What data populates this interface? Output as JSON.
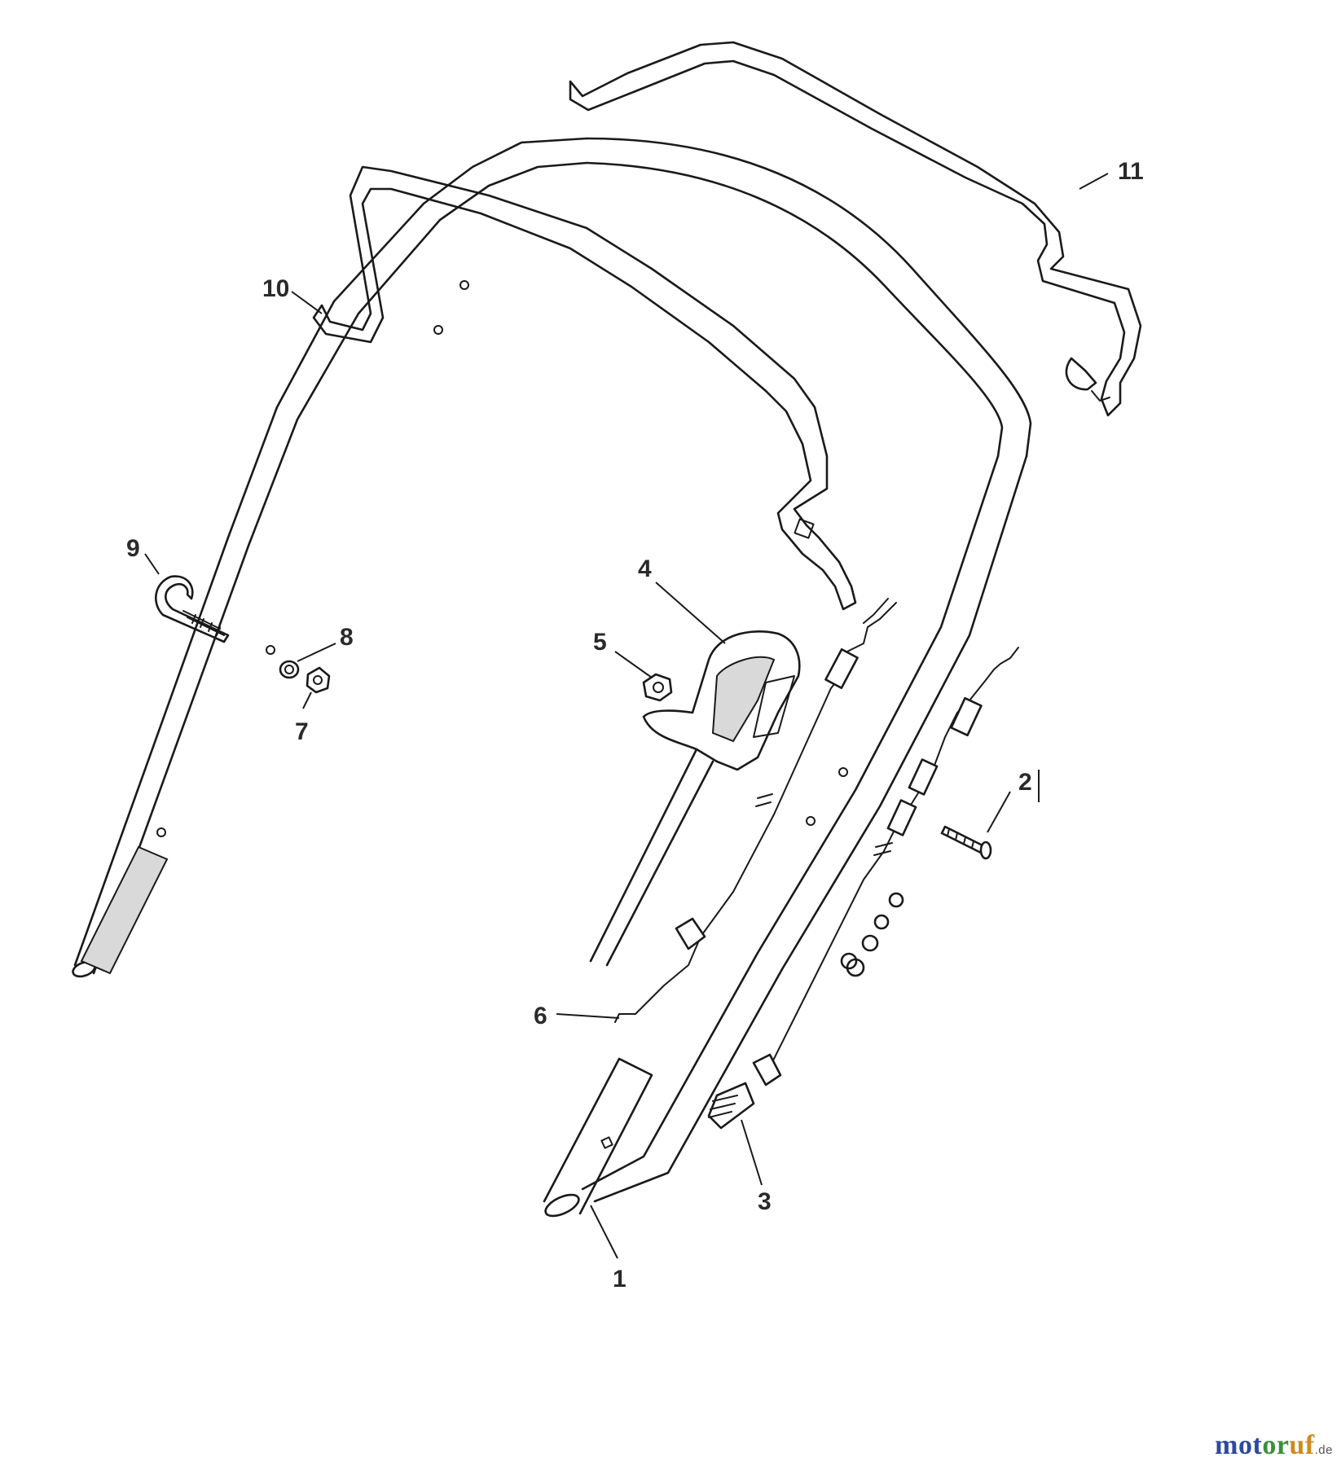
{
  "callouts": [
    {
      "id": "1",
      "label": "1"
    },
    {
      "id": "2",
      "label": "2"
    },
    {
      "id": "3",
      "label": "3"
    },
    {
      "id": "4",
      "label": "4"
    },
    {
      "id": "5",
      "label": "5"
    },
    {
      "id": "6",
      "label": "6"
    },
    {
      "id": "7",
      "label": "7"
    },
    {
      "id": "8",
      "label": "8"
    },
    {
      "id": "9",
      "label": "9"
    },
    {
      "id": "10",
      "label": "10"
    },
    {
      "id": "11",
      "label": "11"
    }
  ],
  "watermark": {
    "part1": "mot",
    "part2": "or",
    "part3": "uf",
    "tld": ".de"
  }
}
